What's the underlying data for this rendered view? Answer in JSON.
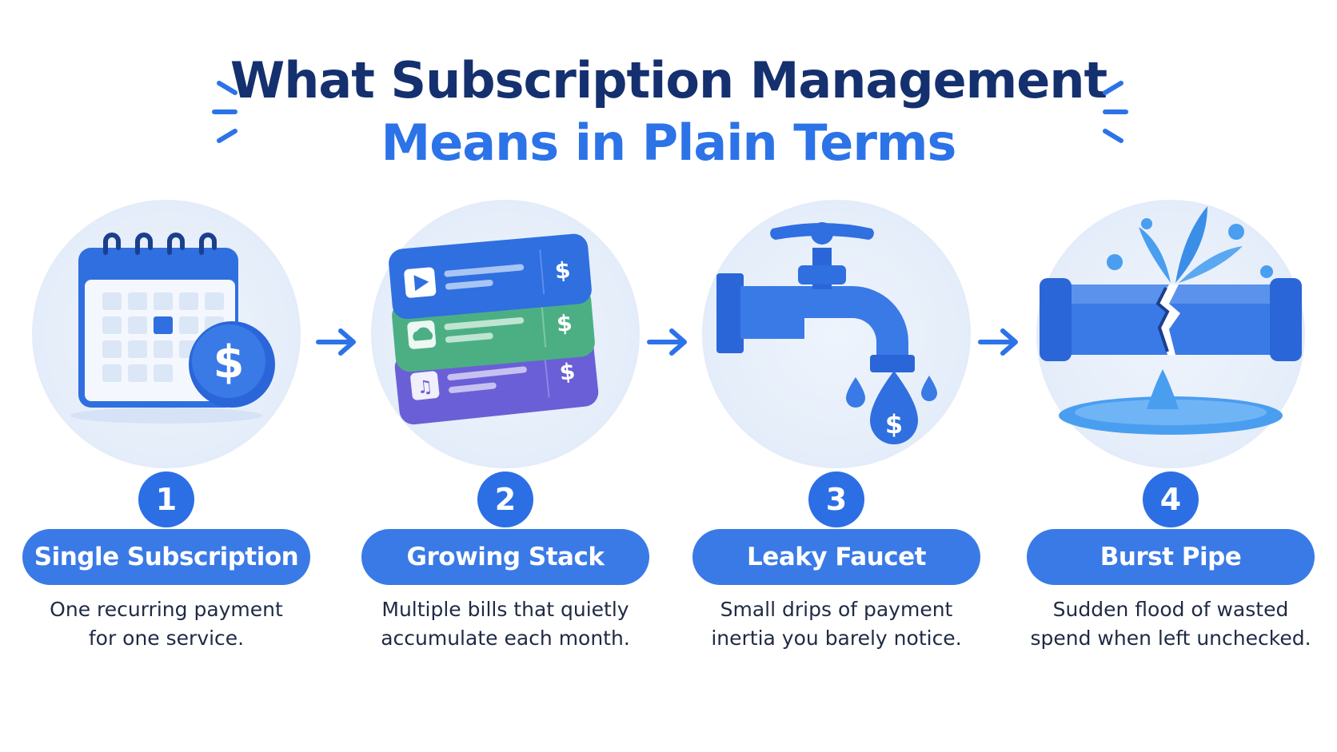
{
  "title": {
    "line1": "What Subscription Management",
    "line2": "Means in Plain Terms"
  },
  "colors": {
    "title_dark": "#14306e",
    "accent": "#2c73e8",
    "pill": "#3a7ae6",
    "green": "#4caf84",
    "purple": "#6a5fd6"
  },
  "steps": [
    {
      "number": "1",
      "label": "Single Subscription",
      "desc_line1": "One recurring payment",
      "desc_line2": "for one service.",
      "icon": "calendar-dollar-icon"
    },
    {
      "number": "2",
      "label": "Growing Stack",
      "desc_line1": "Multiple bills that quietly",
      "desc_line2": "accumulate each month.",
      "icon": "stacked-bills-icon"
    },
    {
      "number": "3",
      "label": "Leaky Faucet",
      "desc_line1": "Small drips of payment",
      "desc_line2": "inertia you barely notice.",
      "icon": "leaky-faucet-icon"
    },
    {
      "number": "4",
      "label": "Burst Pipe",
      "desc_line1": "Sudden flood of wasted",
      "desc_line2": "spend when left unchecked.",
      "icon": "burst-pipe-icon"
    }
  ],
  "icons": {
    "dollar_sign": "$"
  }
}
